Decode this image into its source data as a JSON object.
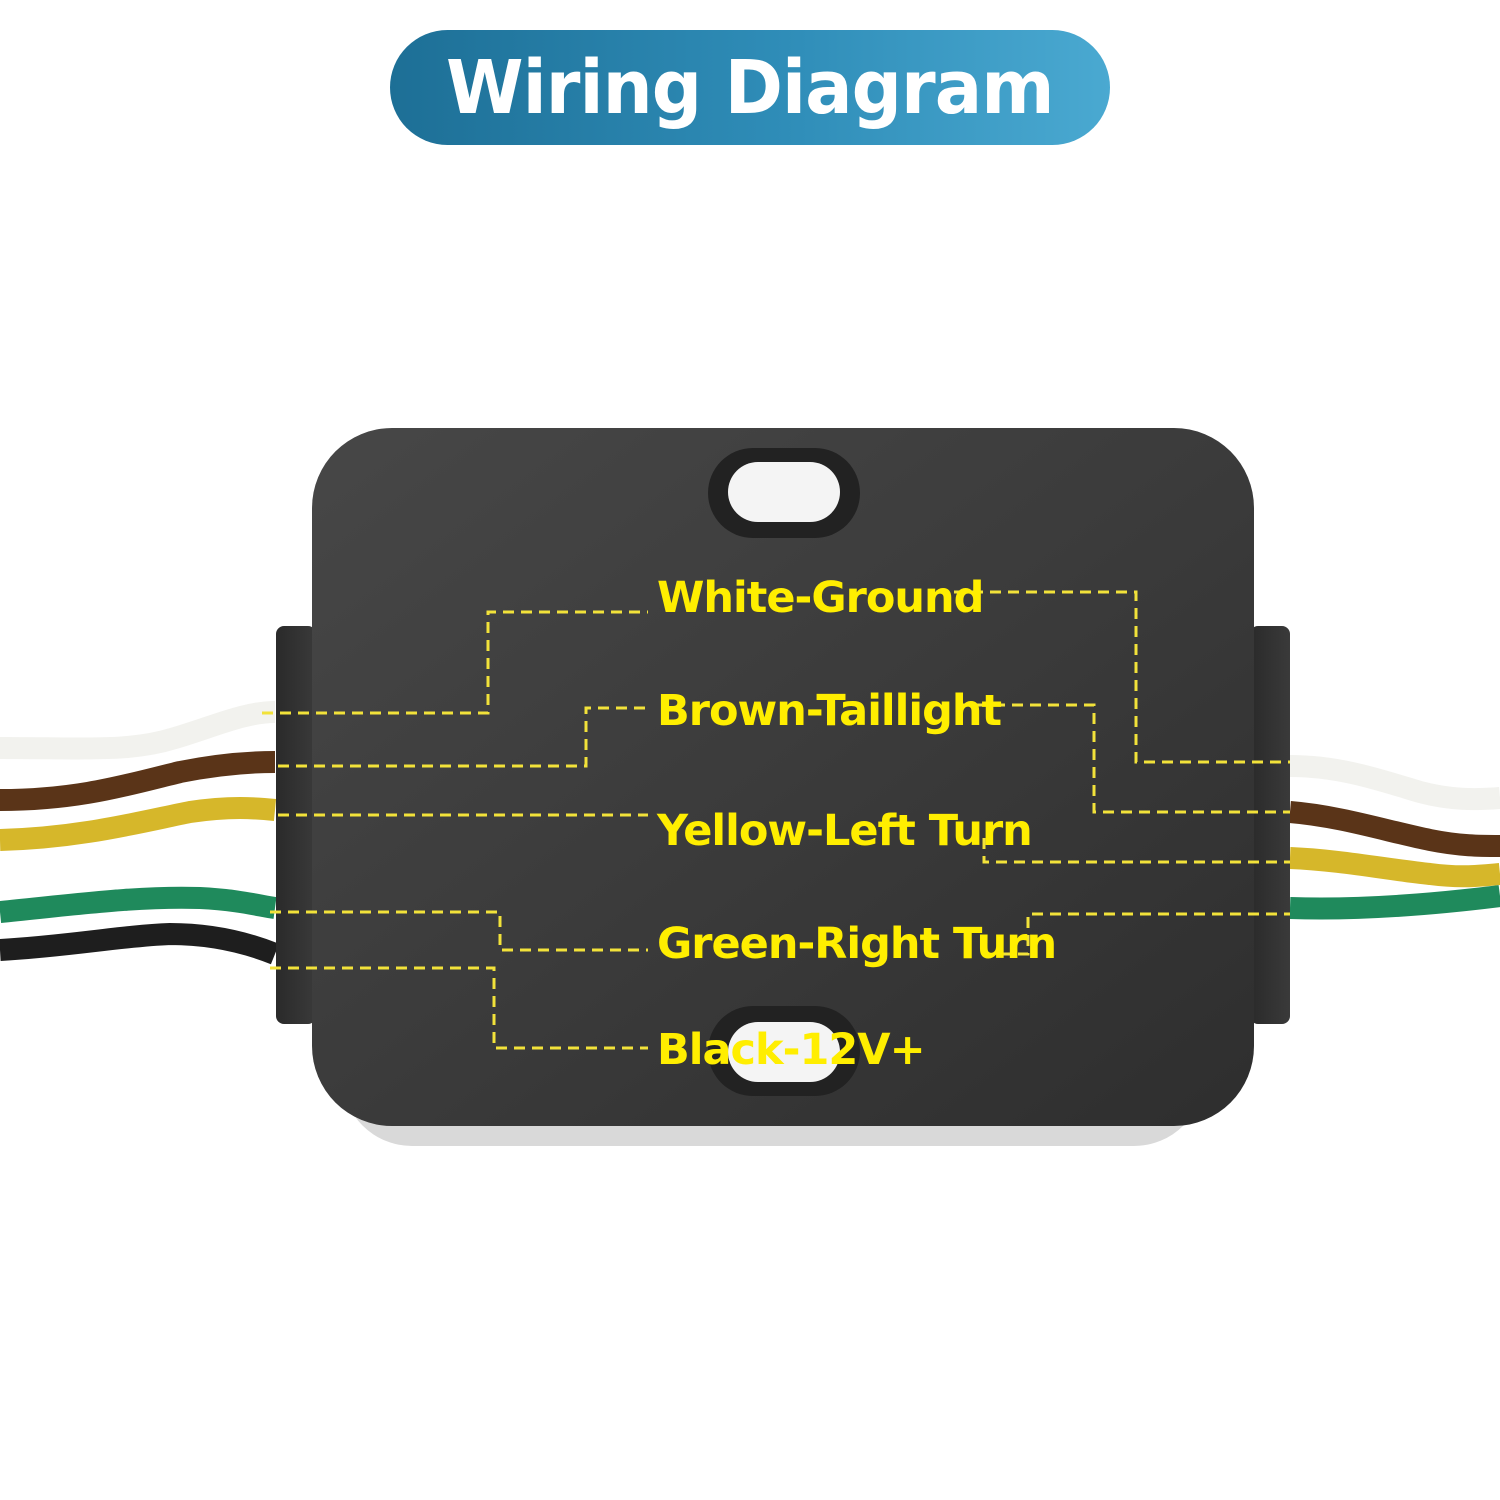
{
  "title": "Wiring Diagram",
  "colors": {
    "title_gradient_start": "#1d6f96",
    "title_gradient_end": "#4aa9d1",
    "label_color": "#ffee00",
    "leader_color": "#f2e23a",
    "box_color": "#3b3b3b",
    "wire_white": "#f2f2ee",
    "wire_brown": "#5a3418",
    "wire_yellow": "#d6b72a",
    "wire_green": "#1f8a5c",
    "wire_black": "#1e1e1e"
  },
  "wires": [
    {
      "label": "White-Ground",
      "color_name": "white"
    },
    {
      "label": "Brown-Taillight",
      "color_name": "brown"
    },
    {
      "label": "Yellow-Left Turn",
      "color_name": "yellow"
    },
    {
      "label": "Green-Right Turn",
      "color_name": "green"
    },
    {
      "label": "Black-12V+",
      "color_name": "black"
    }
  ]
}
